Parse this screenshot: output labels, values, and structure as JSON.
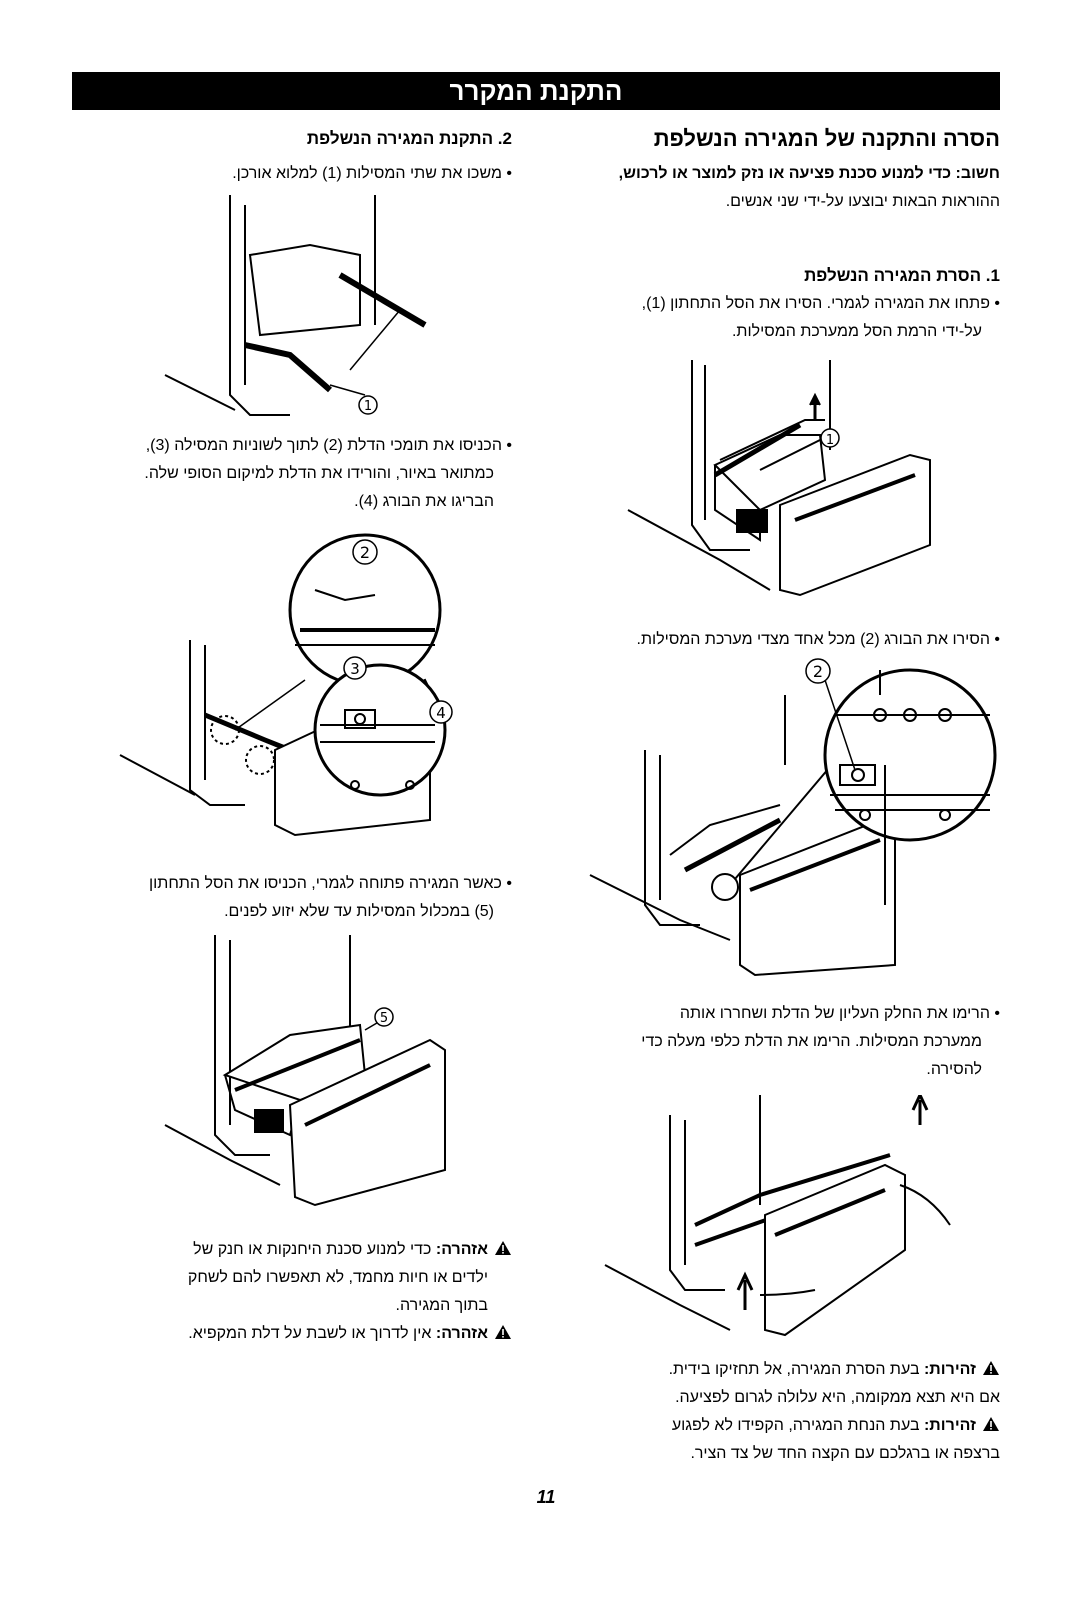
{
  "title": "התקנת המקרר",
  "right": {
    "heading": "הסרה והתקנה של המגירה הנשלפת",
    "caution": "חשוב: כדי למנוע סכנת פציעה או נזק למוצר או לרכוש,",
    "caution_line2": "ההוראות הבאות יבוצעו על-ידי שני אנשים.",
    "sub1": "1. הסרת המגירה הנשלפת",
    "b1_l1": "פתחו את המגירה לגמרי. הסירו את הסל התחתון (1),",
    "b1_l2": "על-ידי הרמת הסל ממערכת המסילות.",
    "b2": "הסירו את הבורג (2) מכל אחד מצדי מערכת המסילות.",
    "b3_l1": "הרימו את החלק העליון של הדלת ושחררו אותה",
    "b3_l2": "ממערכת המסילות. הרימו את הדלת כלפי מעלה כדי",
    "b3_l3": "להסירה.",
    "w1_label": "זהירות:",
    "w1_l1": "בעת הסרת המגירה, אל תחזיקו בידית.",
    "w1_l2": "אם היא תצא ממקומה, היא עלולה לגרום לפציעה.",
    "w2_label": "זהירות:",
    "w2_l1": "בעת הנחת המגירה, הקפידו לא לפגוע",
    "w2_l2": "ברצפה או ברגלכם עם הקצה החד של צד הציר."
  },
  "left": {
    "sub2": "2. התקנת המגירה הנשלפת",
    "b1": "משכו את שתי המסילות (1) למלוא אורכן.",
    "b2_l1": "הכניסו את תומכי הדלת (2) לתוך לשוניות המסילה (3),",
    "b2_l2": "כמתואר באיור, והורידו את הדלת למיקום הסופי שלה.",
    "b2_l3": "הבריגו את הבורג (4).",
    "b3_l1": "כאשר המגירה פתוחה לגמרי, הכניסו את הסל התחתון",
    "b3_l2": "(5) במכלול המסילות עד שלא יזוע לפנים.",
    "w1_label": "אזהרה:",
    "w1_l1": "כדי למנוע סכנת היחנקות או חנק של",
    "w1_l2": "ילדים או חיות מחמד, לא תאפשרו להם לשחק",
    "w1_l3": "בתוך המגירה.",
    "w2_label": "אזהרה:",
    "w2_l1": "אין לדרוך או לשבת על דלת המקפיא."
  },
  "callouts": {
    "r1": "1",
    "r2": "2",
    "l1": "1",
    "l2": "2",
    "l3": "3",
    "l4": "4",
    "l5": "5"
  },
  "page_number": "11"
}
